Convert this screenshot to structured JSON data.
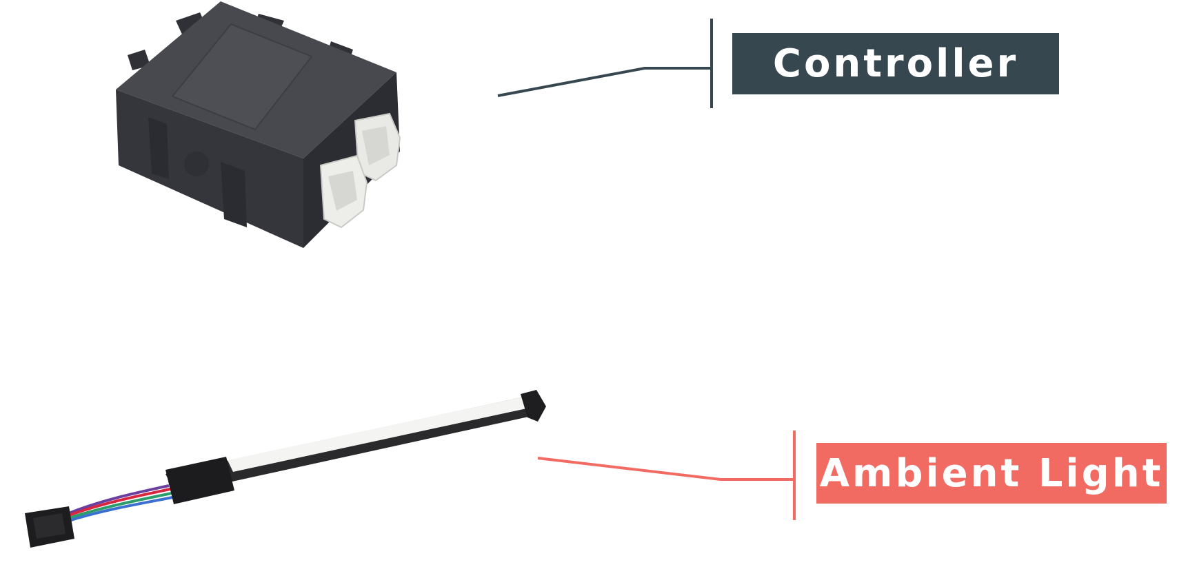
{
  "labels": {
    "controller": "Controller",
    "ambient_light": "Ambient Light"
  },
  "colors": {
    "controller_accent": "#37474f",
    "ambient_accent": "#f26b63",
    "controller_body": "#3e4047",
    "connector": "#f0f0ee"
  },
  "items": [
    {
      "name": "controller",
      "icon": "controller-module-icon"
    },
    {
      "name": "ambient-light",
      "icon": "led-light-bar-icon"
    }
  ]
}
